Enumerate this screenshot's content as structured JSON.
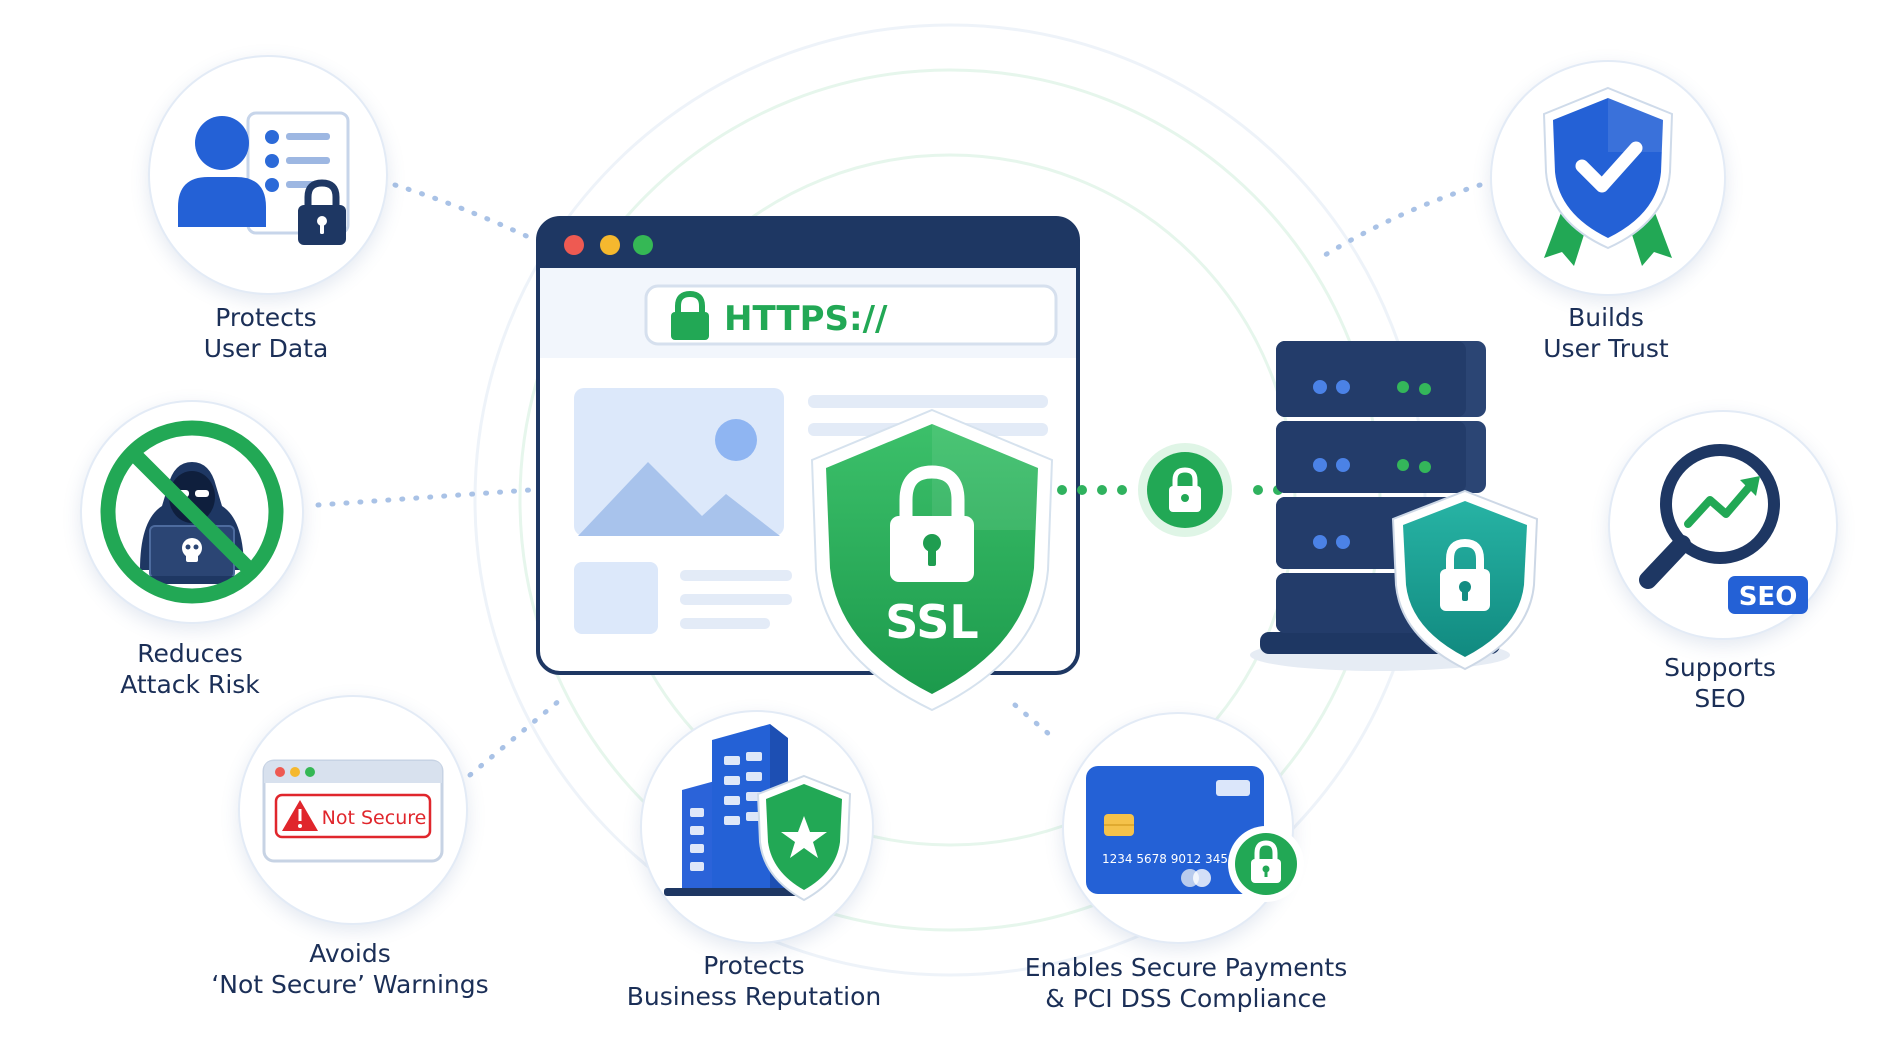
{
  "browser": {
    "url_text": "HTTPS://",
    "shield_text": "SSL",
    "window_dots": [
      "#ee5a52",
      "#f5b82e",
      "#35b855"
    ]
  },
  "features": {
    "user_data": {
      "line1": "Protects",
      "line2": "User Data"
    },
    "attack_risk": {
      "line1": "Reduces",
      "line2": "Attack Risk"
    },
    "warnings": {
      "line1": "Avoids",
      "line2": "‘Not Secure’ Warnings",
      "warning_text": "Not Secure"
    },
    "reputation": {
      "line1": "Protects",
      "line2": "Business Reputation"
    },
    "payments": {
      "line1": "Enables Secure Payments",
      "line2": "& PCI DSS Compliance",
      "card_number": "1234 5678 9012 3456"
    },
    "seo": {
      "line1": "Supports",
      "line2": "SEO",
      "badge_text": "SEO"
    },
    "trust": {
      "line1": "Builds",
      "line2": "User Trust"
    }
  },
  "colors": {
    "navy": "#1e3763",
    "green": "#22a855",
    "blue": "#2461d6",
    "teal": "#1a9e92",
    "label": "#1b2f57",
    "danger": "#e0262c"
  }
}
